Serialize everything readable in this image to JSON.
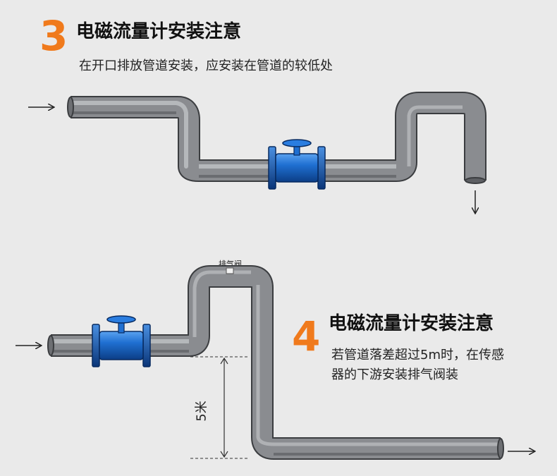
{
  "section3": {
    "number": "3",
    "title": "电磁流量计安装注意",
    "description": "在开口排放管道安装，应安装在管道的较低处"
  },
  "section4": {
    "number": "4",
    "title": "电磁流量计安装注意",
    "description_line1": "若管道落差超过5m时，在传感",
    "description_line2": "器的下游安装排气阀装",
    "valve_label": "排气阀",
    "height_label": "5米"
  },
  "colors": {
    "accent": "#f07a1c",
    "pipe": "#8a8c90",
    "meter": "#1f6fd1"
  }
}
